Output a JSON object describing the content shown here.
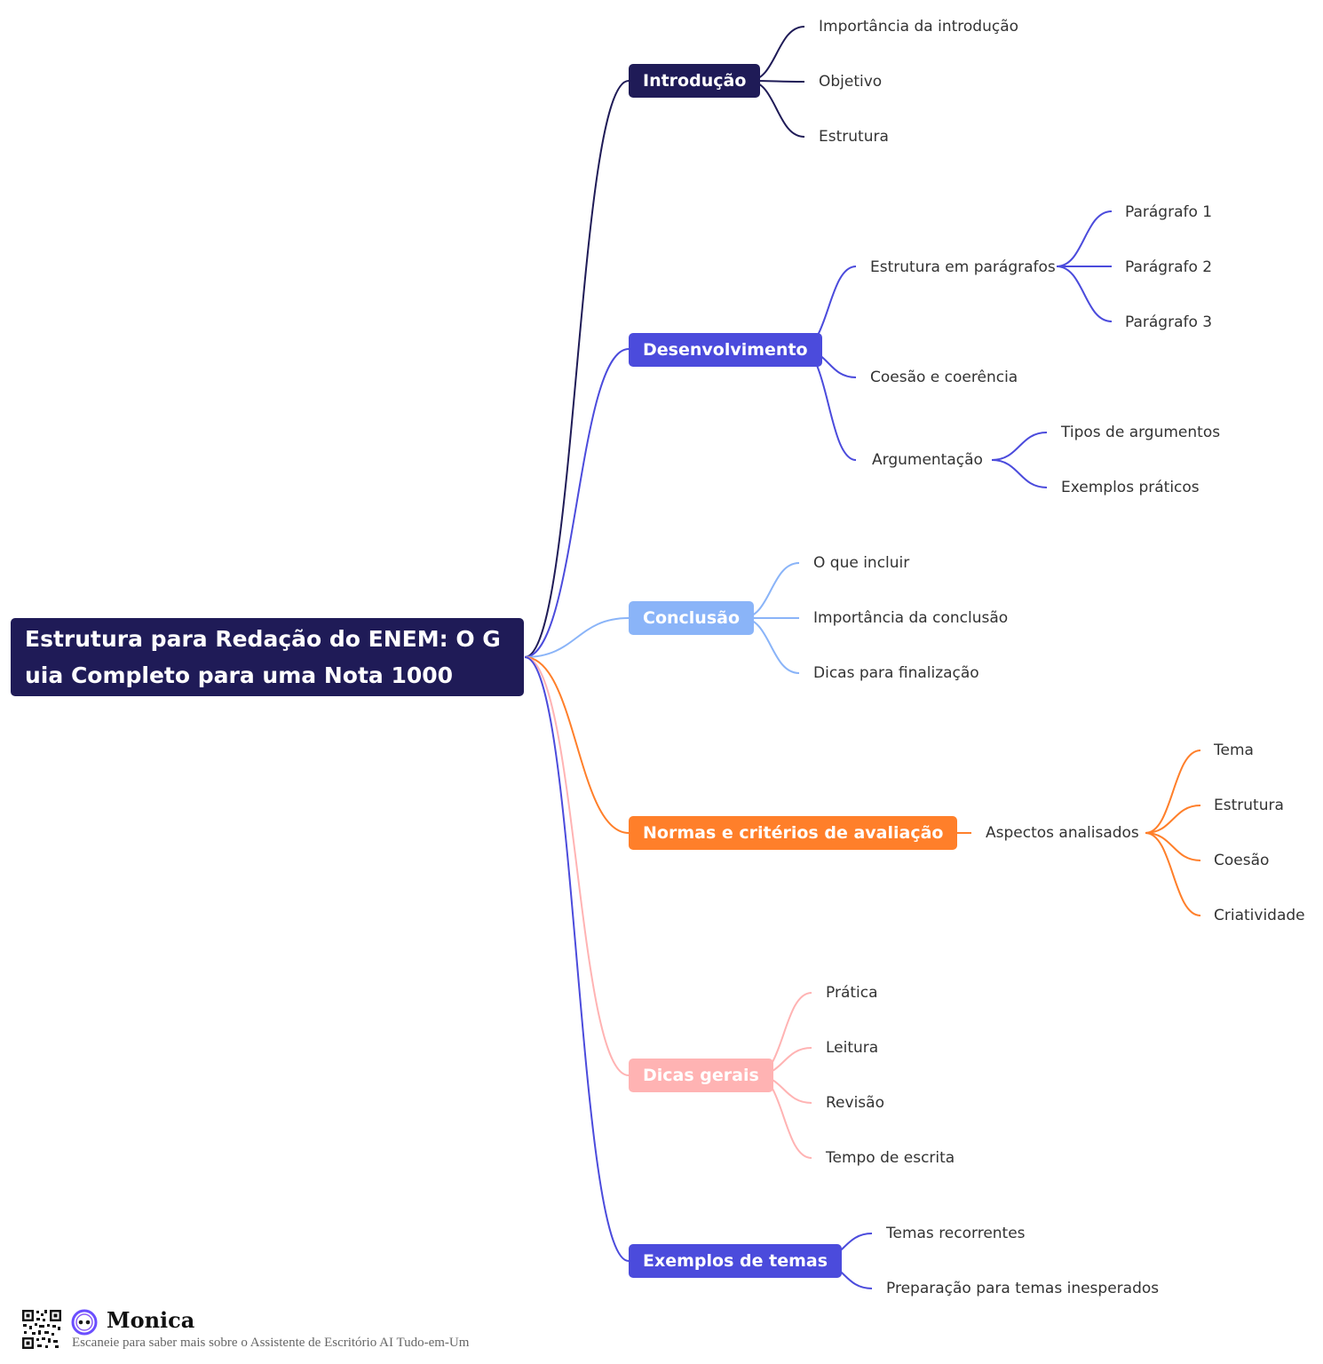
{
  "root": {
    "title": "Estrutura para Redação do ENEM: O Guia Completo para uma Nota 1000"
  },
  "branches": [
    {
      "label": "Introdução",
      "color": "#1f1b57",
      "children": [
        "Importância da introdução",
        "Objetivo",
        "Estrutura"
      ]
    },
    {
      "label": "Desenvolvimento",
      "color": "#4b4bdc",
      "children": [
        {
          "label": "Estrutura em parágrafos",
          "children": [
            "Parágrafo 1",
            "Parágrafo 2",
            "Parágrafo 3"
          ]
        },
        {
          "label": "Coesão e coerência"
        },
        {
          "label": "Argumentação",
          "children": [
            "Tipos de argumentos",
            "Exemplos práticos"
          ]
        }
      ]
    },
    {
      "label": "Conclusão",
      "color": "#8ab4f8",
      "children": [
        "O que incluir",
        "Importância da conclusão",
        "Dicas para finalização"
      ]
    },
    {
      "label": "Normas e critérios de avaliação",
      "color": "#ff7f2a",
      "children": [
        {
          "label": "Aspectos analisados",
          "children": [
            "Tema",
            "Estrutura",
            "Coesão",
            "Criatividade"
          ]
        }
      ]
    },
    {
      "label": "Dicas gerais",
      "color": "#ffb3b3",
      "children": [
        "Prática",
        "Leitura",
        "Revisão",
        "Tempo de escrita"
      ]
    },
    {
      "label": "Exemplos de temas",
      "color": "#4b4bdc",
      "children": [
        "Temas recorrentes",
        "Preparação para temas inesperados"
      ]
    }
  ],
  "footer": {
    "brand": "Monica",
    "tagline": "Escaneie para saber mais sobre o Assistente de Escritório AI Tudo-em-Um",
    "icons": [
      "qr-code-icon",
      "monica-logo-icon"
    ]
  }
}
